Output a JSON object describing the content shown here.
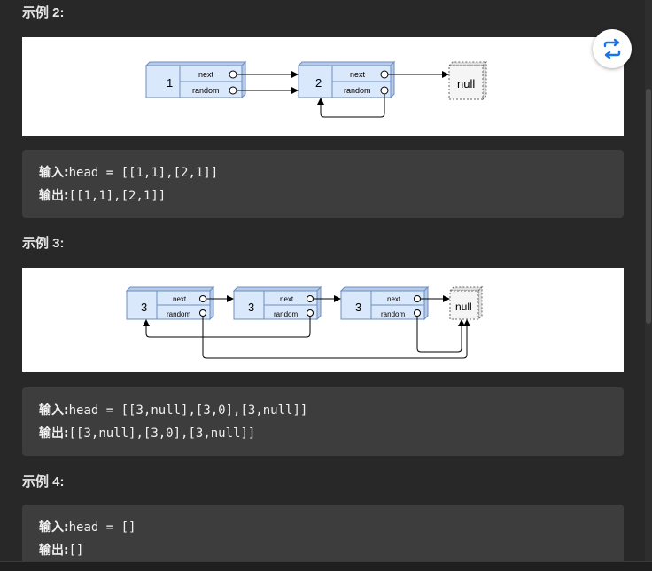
{
  "example2": {
    "heading": "示例 2:",
    "diagram": {
      "nodes": [
        {
          "val": "1",
          "next": "next",
          "random": "random"
        },
        {
          "val": "2",
          "next": "next",
          "random": "random"
        }
      ],
      "null_label": "null"
    },
    "input_label": "输入:",
    "input_value": "head = [[1,1],[2,1]]",
    "output_label": "输出:",
    "output_value": "[[1,1],[2,1]]"
  },
  "example3": {
    "heading": "示例 3:",
    "diagram": {
      "nodes": [
        {
          "val": "3",
          "next": "next",
          "random": "random"
        },
        {
          "val": "3",
          "next": "next",
          "random": "random"
        },
        {
          "val": "3",
          "next": "next",
          "random": "random"
        }
      ],
      "null_label": "null"
    },
    "input_label": "输入:",
    "input_value": "head = [[3,null],[3,0],[3,null]]",
    "output_label": "输出:",
    "output_value": "[[3,null],[3,0],[3,null]]"
  },
  "example4": {
    "heading": "示例 4:",
    "input_label": "输入:",
    "input_value": "head = []",
    "output_label": "输出:",
    "output_value": "[]"
  },
  "floating_button": {
    "icon": "swap-arrows-icon",
    "color": "#1a73e8"
  },
  "colors": {
    "node_fill": "#dae8fc",
    "node_stroke": "#6c8ebf",
    "null_fill": "#f5f5f5",
    "null_stroke": "#666666",
    "code_bg": "#3d3d3d",
    "page_bg": "#282828"
  }
}
